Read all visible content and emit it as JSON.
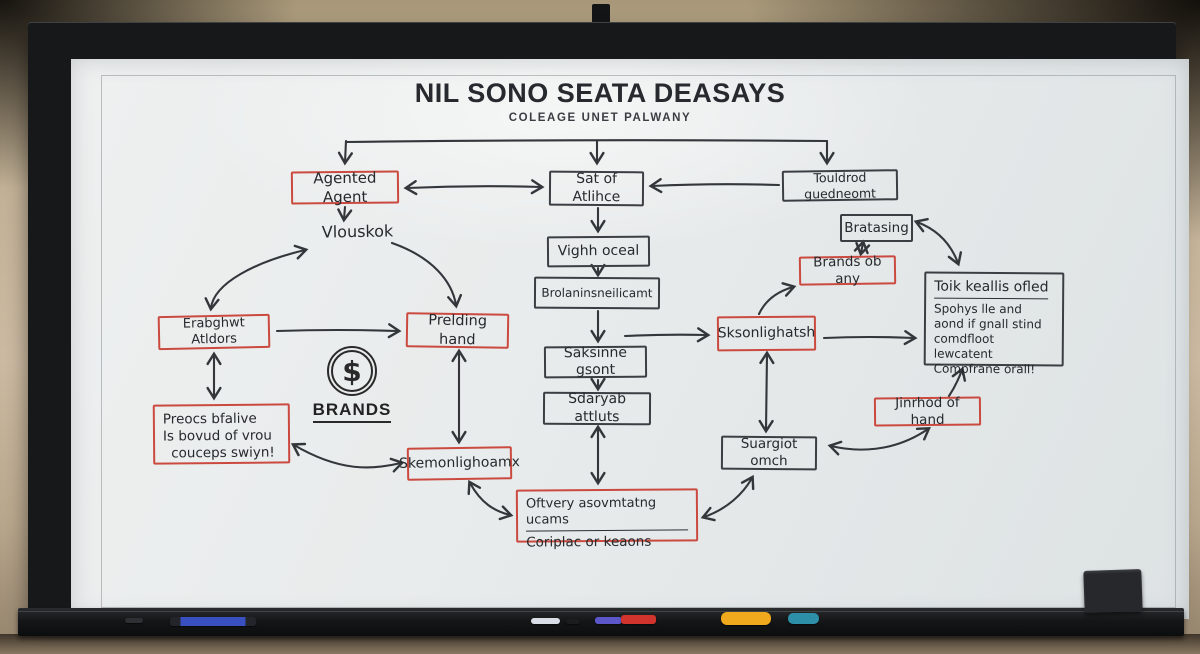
{
  "title": {
    "main": "NIL SONO SEATA DEASAYS",
    "subtitle": "COLEAGE UNET PALWANY"
  },
  "nodes": {
    "agented_agent": {
      "label": "Agented Agent",
      "style": "red"
    },
    "sat_of_atlihce": {
      "label": "Sat of Atlihce",
      "style": "black"
    },
    "touldrod": {
      "label": "Touldrod guedneomt",
      "style": "black"
    },
    "bratasing": {
      "label": "Bratasing",
      "style": "black"
    },
    "brands_ob_any": {
      "label": "Brands ob any",
      "style": "red"
    },
    "toik": {
      "title": "Toik keallis ofled",
      "lines": [
        "Spohys lle and",
        "aond if gnall stind",
        "comdfloot lewcatent",
        "Compfrane orall!"
      ],
      "style": "black"
    },
    "vlouskok": {
      "label": "Vlouskok"
    },
    "erabghwt": {
      "label": "Erabghwt Atldors",
      "style": "red"
    },
    "prelding": {
      "label": "Prelding hand",
      "style": "red"
    },
    "sksonlighatsh": {
      "label": "Sksonlighatsh",
      "style": "red"
    },
    "preocs": {
      "lines": [
        "Preocs bfalive",
        "Is bovud of vrou",
        "couceps swiyn!"
      ],
      "style": "red"
    },
    "skemonlighoamx": {
      "label": "Skemonlighoamx",
      "style": "red"
    },
    "suargiot": {
      "label": "Suargiot omch",
      "style": "black"
    },
    "jinrhod": {
      "label": "Jinrhod of hand",
      "style": "red"
    },
    "vighh": {
      "label": "Vighh oceal",
      "style": "black"
    },
    "brolan": {
      "label": "Brolaninsneilicamt",
      "style": "black"
    },
    "saksinne": {
      "label": "Saksinne gsont",
      "style": "black"
    },
    "sdaryab": {
      "label": "Sdaryab attluts",
      "style": "black"
    },
    "oftvery": {
      "title": "Oftvery asovmtatng ucams",
      "line2": "Coriplac or keaons",
      "style": "red"
    }
  },
  "logo": {
    "symbol": "$",
    "label": "BRANDS"
  },
  "colors": {
    "red_box_border": "#cb4a40",
    "black_box_border": "#3b3f44",
    "ink": "#26292d",
    "board_surface": "#e8ebec",
    "frame": "#17181a",
    "wall": "#c2b197"
  },
  "tray_markers": [
    {
      "name": "small-dark-marker",
      "hex": "#2e3033"
    },
    {
      "name": "blue-marker",
      "hex": "#3a4fc0"
    },
    {
      "name": "white-marker",
      "hex": "#d8dde6"
    },
    {
      "name": "black-marker-cap",
      "hex": "#1b1c1e"
    },
    {
      "name": "purple-marker",
      "hex": "#5b57c9"
    },
    {
      "name": "red-marker",
      "hex": "#d0342c"
    },
    {
      "name": "yellow-marker",
      "hex": "#f0a81c"
    },
    {
      "name": "teal-marker",
      "hex": "#2e8fa8"
    }
  ]
}
